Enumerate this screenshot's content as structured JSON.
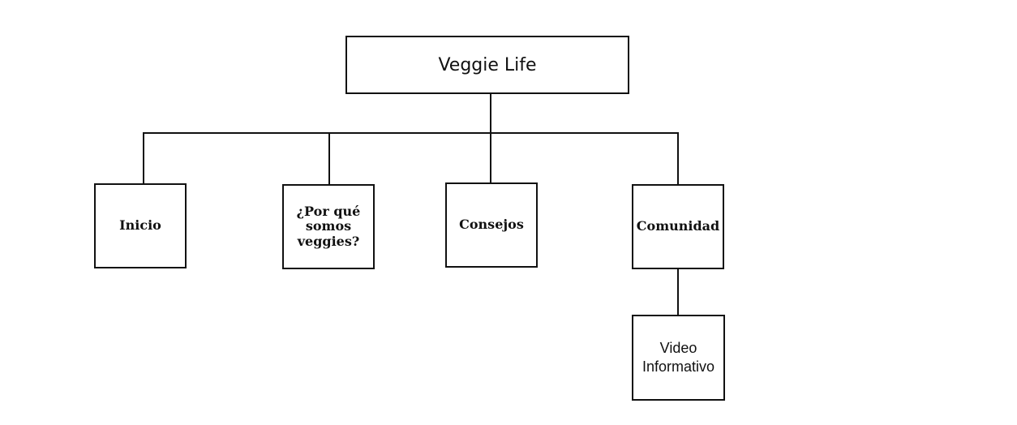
{
  "diagram": {
    "root": {
      "label": "Veggie Life"
    },
    "pages": [
      {
        "label": "Inicio"
      },
      {
        "label": "¿Por qué somos veggies?"
      },
      {
        "label": "Consejos"
      },
      {
        "label": "Comunidad"
      }
    ],
    "subpage": {
      "label": "Video Informativo"
    }
  }
}
